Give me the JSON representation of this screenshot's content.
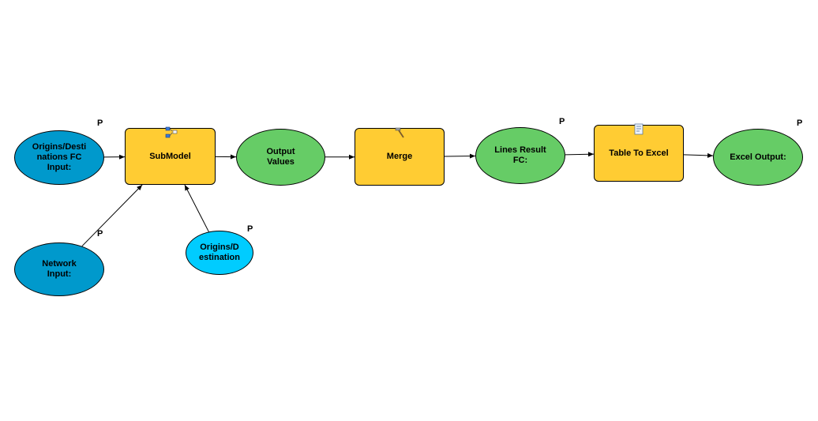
{
  "colors": {
    "input_variable": "#0099CC",
    "parameter_variable": "#00CCFF",
    "derived_data": "#66CC66",
    "tool": "#FFCC33",
    "connector": "#000000"
  },
  "parameter_marker": "P",
  "nodes": {
    "origins_destinations_fc_input": {
      "label": "Origins/Desti\nnations FC\nInput:",
      "shape": "ellipse",
      "kind": "input_variable",
      "parameter": true
    },
    "network_input": {
      "label": "Network\nInput:",
      "shape": "ellipse",
      "kind": "input_variable",
      "parameter": true
    },
    "origins_destination": {
      "label": "Origins/D\nestination",
      "shape": "ellipse",
      "kind": "parameter_variable",
      "parameter": true
    },
    "submodel": {
      "label": "SubModel",
      "shape": "rect",
      "kind": "tool",
      "icon": "submodel-icon"
    },
    "output_values": {
      "label": "Output\nValues",
      "shape": "ellipse",
      "kind": "derived_data",
      "parameter": false
    },
    "merge": {
      "label": "Merge",
      "shape": "rect",
      "kind": "tool",
      "icon": "hammer-icon"
    },
    "lines_result_fc": {
      "label": "Lines Result\nFC:",
      "shape": "ellipse",
      "kind": "derived_data",
      "parameter": true
    },
    "table_to_excel": {
      "label": "Table To Excel",
      "shape": "rect",
      "kind": "tool",
      "icon": "script-icon"
    },
    "excel_output": {
      "label": "Excel Output:",
      "shape": "ellipse",
      "kind": "derived_data",
      "parameter": true
    }
  },
  "connections": [
    [
      "origins_destinations_fc_input",
      "submodel"
    ],
    [
      "network_input",
      "submodel"
    ],
    [
      "origins_destination",
      "submodel"
    ],
    [
      "submodel",
      "output_values"
    ],
    [
      "output_values",
      "merge"
    ],
    [
      "merge",
      "lines_result_fc"
    ],
    [
      "lines_result_fc",
      "table_to_excel"
    ],
    [
      "table_to_excel",
      "excel_output"
    ]
  ]
}
